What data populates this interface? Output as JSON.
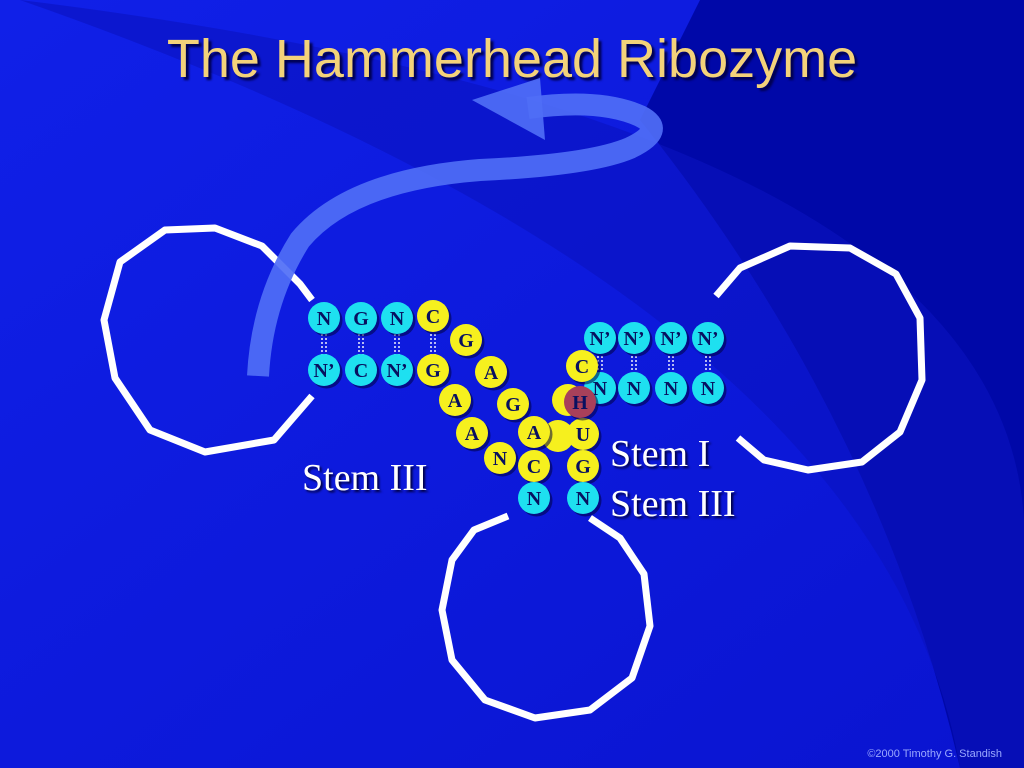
{
  "title": "The Hammerhead Ribozyme",
  "labels": {
    "stem_iii_left": "Stem III",
    "stem_i": "Stem I",
    "stem_iii_right": "Stem III"
  },
  "copyright": "©2000 Timothy G. Standish",
  "colors": {
    "background": "#0a14d8",
    "background_dark": "#0008a0",
    "title": "#f3d27a",
    "nucleotide_cyan": "#1ee0f0",
    "nucleotide_yellow": "#f6f01e",
    "cleavage_site": "#a8405a",
    "arrow": "#4f6ef6",
    "loop": "#ffffff"
  },
  "nucleotides": {
    "stem_iii_top": [
      "N",
      "G",
      "N",
      "C"
    ],
    "stem_iii_bottom": [
      "N’",
      "C",
      "N’",
      "G"
    ],
    "core_left": [
      "G",
      "A",
      "A",
      "G",
      "A",
      "A",
      "N",
      "C",
      "N",
      "U",
      "G"
    ],
    "stem_i_top": [
      "N’",
      "N’",
      "N’",
      "N’"
    ],
    "stem_i_bottom": [
      "N",
      "N",
      "N",
      "N"
    ],
    "stem_ii": [
      "C",
      "H",
      "U",
      "G",
      "N"
    ]
  },
  "cleavage_site_letter": "H"
}
